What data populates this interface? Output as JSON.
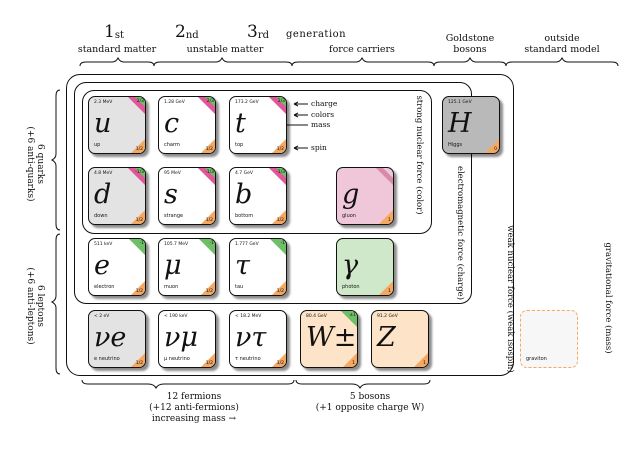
{
  "header": {
    "gen1_num": "1",
    "gen1_sup": "st",
    "gen2_num": "2",
    "gen2_sup": "nd",
    "gen3_num": "3",
    "gen3_sup": "rd",
    "generation": "generation",
    "standard_matter": "standard matter",
    "unstable_matter": "unstable matter",
    "force_carriers": "force carriers",
    "goldstone": "Goldstone",
    "bosons": "bosons",
    "outside": "outside",
    "standard_model": "standard model"
  },
  "left_labels": {
    "quarks_line1": "6 quarks",
    "quarks_line2": "(+6 anti-quarks)",
    "leptons_line1": "6 leptons",
    "leptons_line2": "(+6 anti-leptons)"
  },
  "force_labels": {
    "strong": "strong nuclear force (color)",
    "em": "electromagnetic force (charge)",
    "weak": "weak nuclear force (weak isospin)",
    "gravity": "gravitational force (mass)"
  },
  "annotations": {
    "charge": "charge",
    "colors": "colors",
    "mass": "mass",
    "spin": "spin"
  },
  "particles": {
    "u": {
      "mass": "2.3 MeV",
      "sym": "u",
      "name": "up",
      "charge": "2/3",
      "spin": "1/2"
    },
    "c": {
      "mass": "1.28 GeV",
      "sym": "c",
      "name": "charm",
      "charge": "2/3",
      "spin": "1/2"
    },
    "t": {
      "mass": "173.2 GeV",
      "sym": "t",
      "name": "top",
      "charge": "2/3",
      "spin": "1/2"
    },
    "d": {
      "mass": "4.8 MeV",
      "sym": "d",
      "name": "down",
      "charge": "-1/3",
      "spin": "1/2"
    },
    "s": {
      "mass": "95 MeV",
      "sym": "s",
      "name": "strange",
      "charge": "-1/3",
      "spin": "1/2"
    },
    "b": {
      "mass": "4.7 GeV",
      "sym": "b",
      "name": "bottom",
      "charge": "-1/3",
      "spin": "1/2"
    },
    "g": {
      "mass": "",
      "sym": "g",
      "name": "gluon",
      "charge": "",
      "spin": "1"
    },
    "e": {
      "mass": "511 keV",
      "sym": "e",
      "name": "electron",
      "charge": "-1",
      "spin": "1/2"
    },
    "mu": {
      "mass": "105.7 MeV",
      "sym": "μ",
      "name": "muon",
      "charge": "-1",
      "spin": "1/2"
    },
    "tau": {
      "mass": "1.777 GeV",
      "sym": "τ",
      "name": "tau",
      "charge": "-1",
      "spin": "1/2"
    },
    "gamma": {
      "mass": "",
      "sym": "γ",
      "name": "photon",
      "charge": "",
      "spin": "1"
    },
    "ve": {
      "mass": "< 2 eV",
      "sym": "νe",
      "name": "e neutrino",
      "charge": "",
      "spin": "1/2"
    },
    "vmu": {
      "mass": "< 190 keV",
      "sym": "νμ",
      "name": "μ neutrino",
      "charge": "",
      "spin": "1/2"
    },
    "vtau": {
      "mass": "< 18.2 MeV",
      "sym": "ντ",
      "name": "τ neutrino",
      "charge": "",
      "spin": "1/2"
    },
    "w": {
      "mass": "80.4 GeV",
      "sym": "W±",
      "name": "",
      "charge": "±1",
      "spin": "1"
    },
    "z": {
      "mass": "91.2 GeV",
      "sym": "Z",
      "name": "",
      "charge": "",
      "spin": "1"
    },
    "h": {
      "mass": "125.1 GeV",
      "sym": "H",
      "name": "Higgs",
      "charge": "",
      "spin": "0"
    },
    "graviton": {
      "name": "graviton"
    }
  },
  "colors": {
    "quark_bg": "#e3e3e3",
    "lepton_bg": "#ffffff",
    "gluon_bg": "#efc7d8",
    "photon_bg": "#cfe8c9",
    "boson_bg": "#fde3c8",
    "higgs_bg": "#b9b9b9",
    "graviton_border": "#f5a862",
    "charge": "#6fbf68",
    "color": "#e0579a",
    "spin": "#f5a862"
  },
  "footer": {
    "fermions_line1": "12 fermions",
    "fermions_line2": "(+12 anti-fermions)",
    "fermions_line3": "increasing mass →",
    "bosons_line1": "5 bosons",
    "bosons_line2": "(+1 opposite charge W)"
  }
}
